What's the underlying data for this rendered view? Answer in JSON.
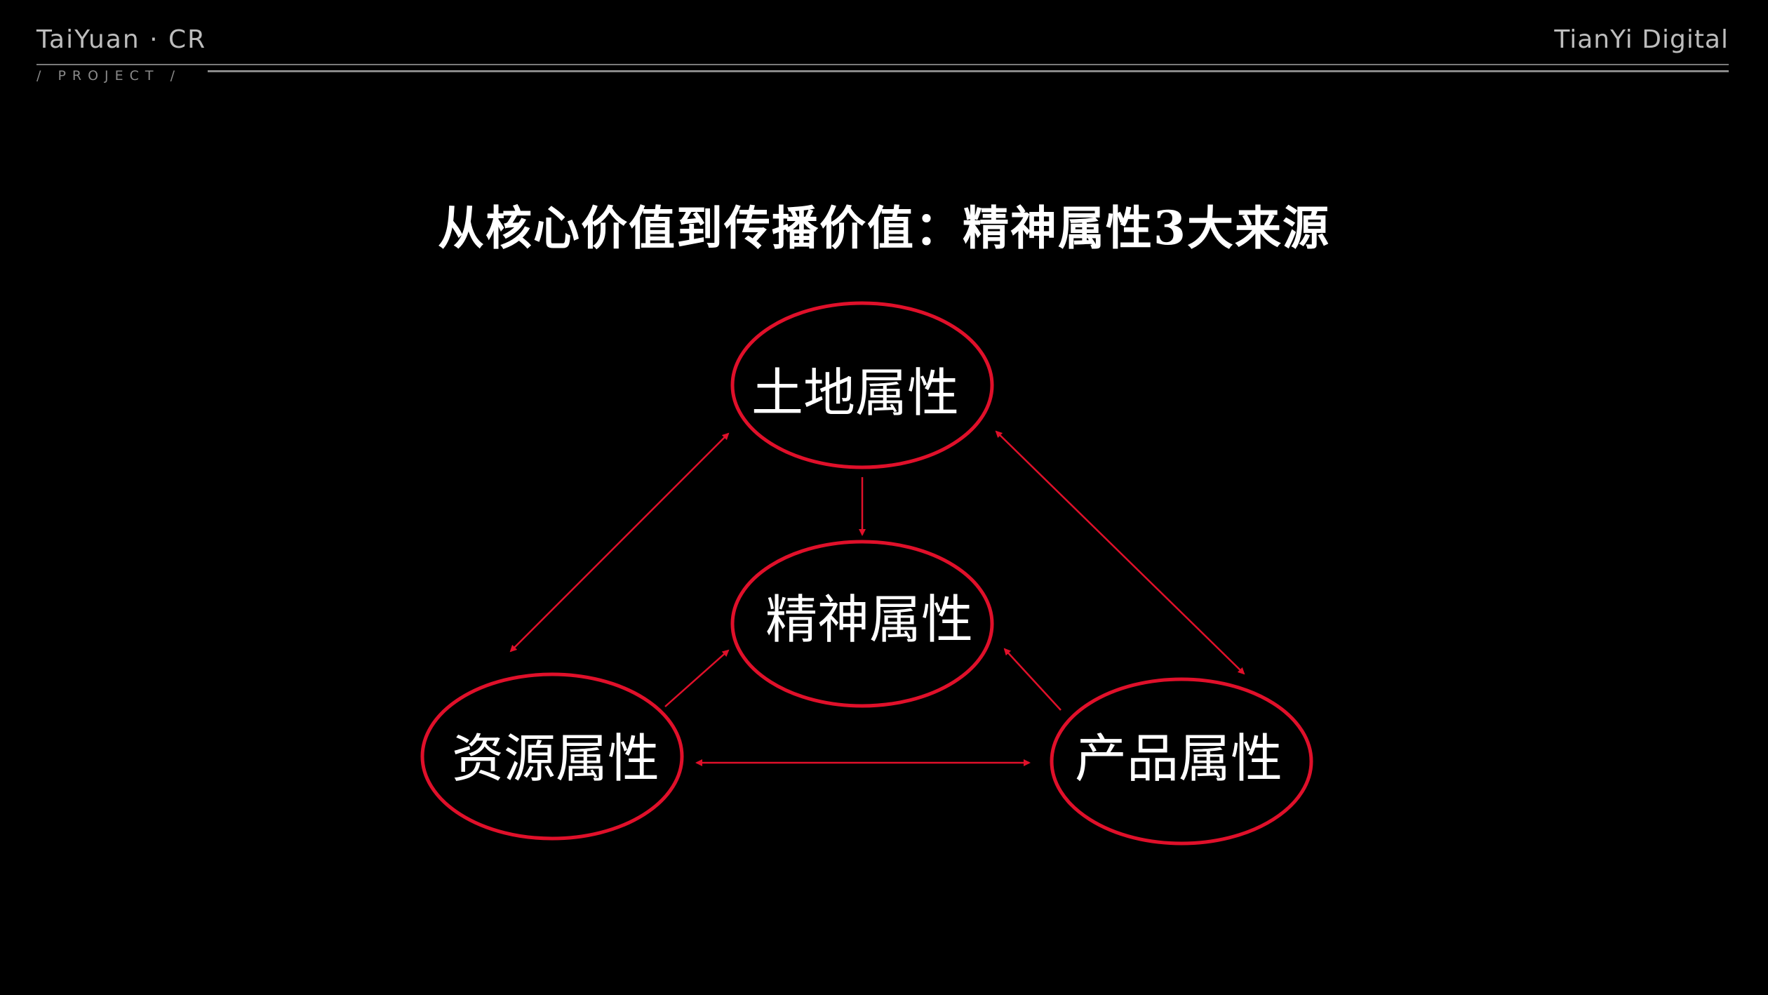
{
  "header": {
    "brand_left": "TaiYuan · CR",
    "brand_sub": "/ PROJECT /",
    "brand_right": "TianYi Digital"
  },
  "title": "从核心价值到传播价值：精神属性3大来源",
  "diagram": {
    "nodes": {
      "land": "土地属性",
      "spirit": "精神属性",
      "resource": "资源属性",
      "product": "产品属性"
    }
  },
  "colors": {
    "background": "#000000",
    "accent": "#e0102a",
    "text": "#ffffff",
    "header_text": "#bdbdbd"
  }
}
